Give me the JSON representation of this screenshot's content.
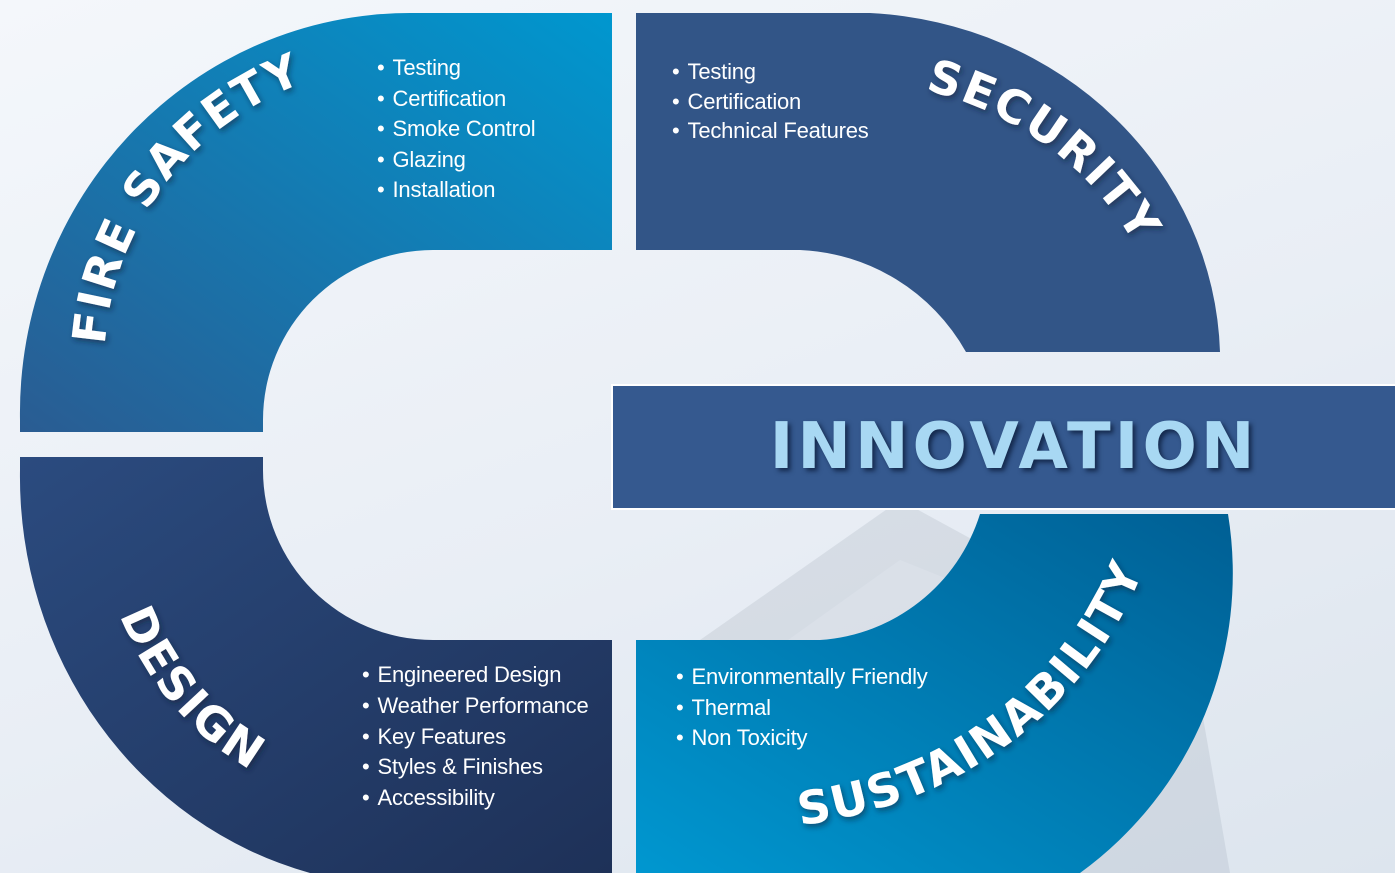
{
  "segments": {
    "fire_safety": {
      "title": "FIRE SAFETY",
      "items": [
        "Testing",
        "Certification",
        "Smoke Control",
        "Glazing",
        "Installation"
      ]
    },
    "security": {
      "title": "SECURITY",
      "items": [
        "Testing",
        "Certification",
        "Technical Features"
      ]
    },
    "design": {
      "title": "DESIGN",
      "items": [
        "Engineered Design",
        "Weather Performance",
        "Key Features",
        "Styles & Finishes",
        "Accessibility"
      ]
    },
    "sustainability": {
      "title": "SUSTAINABILITY",
      "items": [
        "Environmentally Friendly",
        "Thermal",
        "Non Toxicity"
      ]
    }
  },
  "center": {
    "label": "INNOVATION"
  },
  "colors": {
    "fire_safety_dark": "#2a5c92",
    "fire_safety_light": "#0097cf",
    "security": "#325587",
    "design_dark": "#1e3158",
    "design_light": "#2b4b7f",
    "sustainability_dark": "#005f94",
    "sustainability_light": "#0097d0",
    "innovation_bar": "#35598f",
    "innovation_text": "#a8d8f3"
  }
}
